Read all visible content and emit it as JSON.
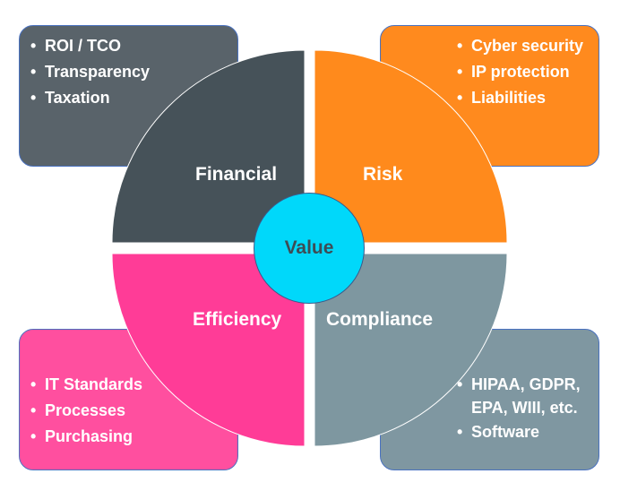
{
  "diagram": {
    "center": {
      "label": "Value",
      "color": "#00d8fa"
    },
    "quadrants": [
      {
        "id": "financial",
        "label": "Financial",
        "color": "#465259",
        "box_color": "#59636a",
        "items": [
          "ROI / TCO",
          "Transparency",
          "Taxation"
        ]
      },
      {
        "id": "risk",
        "label": "Risk",
        "color": "#ff8a1c",
        "box_color": "#ff8a1e",
        "items": [
          "Cyber security",
          "IP protection",
          "Liabilities"
        ]
      },
      {
        "id": "efficiency",
        "label": "Efficiency",
        "color": "#ff3c97",
        "box_color": "#ff4f9f",
        "items": [
          "IT Standards",
          "Processes",
          "Purchasing"
        ]
      },
      {
        "id": "compliance",
        "label": "Compliance",
        "color": "#7e97a0",
        "box_color": "#7f97a1",
        "items": [
          "HIPAA, GDPR, EPA, WIII, etc.",
          "Software"
        ]
      }
    ],
    "box_border_color": "#4a72c0"
  }
}
